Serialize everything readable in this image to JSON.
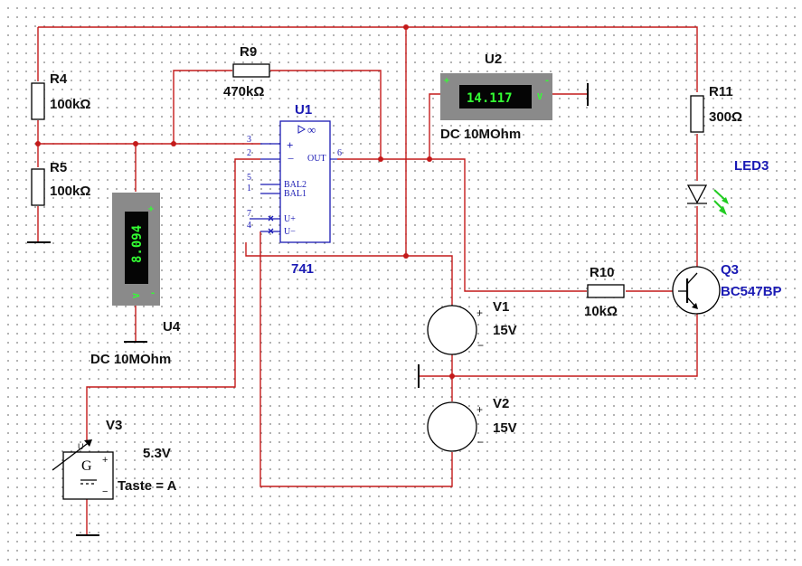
{
  "components": {
    "r4": {
      "ref": "R4",
      "value": "100kΩ"
    },
    "r5": {
      "ref": "R5",
      "value": "100kΩ"
    },
    "r9": {
      "ref": "R9",
      "value": "470kΩ"
    },
    "r10": {
      "ref": "R10",
      "value": "10kΩ"
    },
    "r11": {
      "ref": "R11",
      "value": "300Ω"
    },
    "u1": {
      "ref": "U1",
      "part": "741",
      "inf": "∞",
      "out_label": "OUT",
      "bal2": "BAL2",
      "bal1": "BAL1",
      "uplus": "U+",
      "uminus": "U−",
      "plus_sign": "+",
      "minus_sign": "−",
      "pins": {
        "p3": "3",
        "p2": "2",
        "p5": "5",
        "p1": "1",
        "p7": "7",
        "p4": "4",
        "p6": "6"
      }
    },
    "u2": {
      "ref": "U2",
      "reading": "14.117",
      "unit": "V",
      "plus": "+",
      "minus": "-",
      "mode": "DC  10MOhm"
    },
    "u4": {
      "ref": "U4",
      "reading": "8.094",
      "unit": "V",
      "plus": "+",
      "minus": "-",
      "mode": "DC  10MOhm"
    },
    "v1": {
      "ref": "V1",
      "value": "15V",
      "plus": "+",
      "minus": "−"
    },
    "v2": {
      "ref": "V2",
      "value": "15V",
      "plus": "+",
      "minus": "−"
    },
    "v3": {
      "ref": "V3",
      "value": "5.3V",
      "key": "Taste = A",
      "g": "G",
      "u": "U",
      "plus": "+",
      "minus": "−"
    },
    "led3": {
      "ref": "LED3"
    },
    "q3": {
      "ref": "Q3",
      "part": "BC547BP"
    }
  },
  "colors": {
    "wire": "#c41a1a",
    "component_label": "#1a1ab4",
    "meter_text": "#33ff33",
    "meter_body": "#8a8a8a",
    "led": "#22cc22"
  }
}
